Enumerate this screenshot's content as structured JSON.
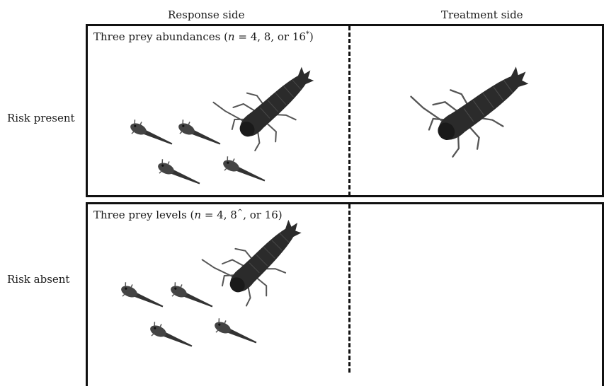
{
  "columns": {
    "response": "Response side",
    "treatment": "Treatment side"
  },
  "rows": [
    {
      "label": "Risk present",
      "caption_prefix": "Three prey abundances (",
      "caption_var": "n",
      "caption_suffix": " = 4, 8, or 16",
      "caption_sup": "*",
      "caption_end": ")"
    },
    {
      "label": "Risk absent",
      "caption_prefix": "Three prey levels (",
      "caption_var": "n",
      "caption_suffix": " = 4, 8",
      "caption_sup": "^",
      "caption_end": ", or 16)"
    }
  ],
  "icons": {
    "predator": "dragonfly-larva-icon",
    "prey": "tadpole-icon"
  },
  "colors": {
    "predator": "#2b2b2b",
    "prey": "#3a3a3a",
    "border": "#111111"
  }
}
